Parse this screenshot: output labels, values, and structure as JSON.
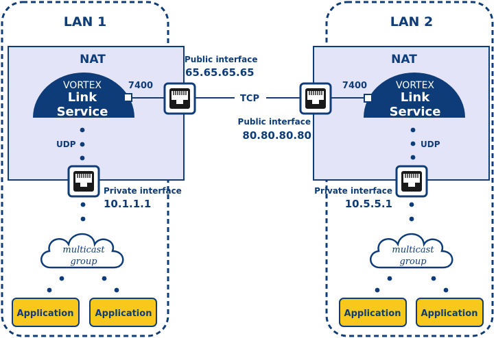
{
  "lan1": {
    "title": "LAN 1",
    "nat_title": "NAT",
    "service_line1": "VORTEX",
    "service_line2": "Link",
    "service_line3": "Service",
    "port": "7400",
    "udp_label": "UDP",
    "public_label": "Public interface",
    "public_ip": "65.65.65.65",
    "private_label": "Private interface",
    "private_ip": "10.1.1.1",
    "cloud_line1": "multicast",
    "cloud_line2": "group",
    "apps": [
      "Application",
      "Application"
    ]
  },
  "lan2": {
    "title": "LAN 2",
    "nat_title": "NAT",
    "service_line1": "VORTEX",
    "service_line2": "Link",
    "service_line3": "Service",
    "port": "7400",
    "udp_label": "UDP",
    "public_label": "Public interface",
    "public_ip": "80.80.80.80",
    "private_label": "Private interface",
    "private_ip": "10.5.5.1",
    "cloud_line1": "multicast",
    "cloud_line2": "group",
    "apps": [
      "Application",
      "Application"
    ]
  },
  "link_label": "TCP",
  "colors": {
    "navy": "#0d3c78",
    "nat_fill": "#e4e4f8",
    "app_fill": "#f8c81c",
    "jack_dark": "#1a1a1a"
  },
  "icons": [
    "ethernet-port-icon",
    "cloud-icon",
    "service-dome-icon",
    "port-square-icon"
  ]
}
